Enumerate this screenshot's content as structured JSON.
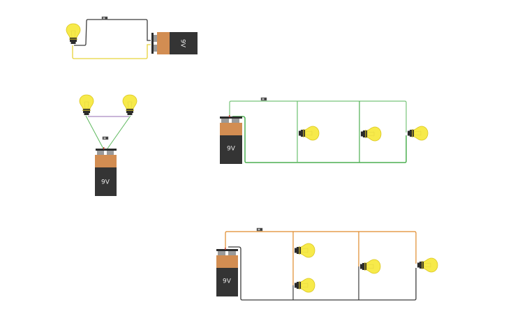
{
  "canvas": {
    "background": "#ffffff",
    "colors": {
      "bulb_glass": "#f7ea4a",
      "bulb_outline": "#d9c51f",
      "bulb_base": "#2b2b2b",
      "battery_top": "#d28d52",
      "battery_body": "#343434",
      "battery_terminal": "#9a9a9a",
      "switch": "#3a3a3a"
    }
  },
  "circuits": [
    {
      "id": "circuit-1",
      "description": "Single bulb series circuit with switch",
      "battery": {
        "label": "9V",
        "orientation": "rotated"
      },
      "bulbs": 1,
      "switch": true,
      "wire_colors": [
        "#3c3c3c",
        "#e8d33a"
      ]
    },
    {
      "id": "circuit-2",
      "description": "Two bulbs in series with switch",
      "battery": {
        "label": "9V",
        "orientation": "upright"
      },
      "bulbs": 2,
      "switch": true,
      "wire_colors": [
        "#5cb85c",
        "#a98bc0"
      ]
    },
    {
      "id": "circuit-3",
      "description": "Three bulbs in parallel with switch",
      "battery": {
        "label": "9V",
        "orientation": "upright"
      },
      "bulbs": 3,
      "switch": true,
      "wire_colors": [
        "#4caf50"
      ]
    },
    {
      "id": "circuit-4",
      "description": "Four bulbs in parallel branches with switch",
      "battery": {
        "label": "9V",
        "orientation": "upright"
      },
      "bulbs": 4,
      "switch": true,
      "wire_colors": [
        "#e08a2a",
        "#3c3c3c"
      ]
    }
  ]
}
